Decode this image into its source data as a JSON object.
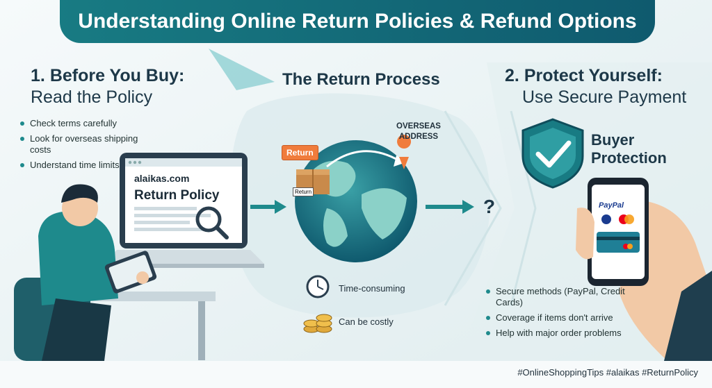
{
  "title": "Understanding Online Return Policies & Refund Options",
  "left": {
    "heading_number": "1.",
    "heading_bold": "Before You Buy:",
    "heading_sub": "Read the Policy",
    "bullets": [
      "Check terms carefully",
      "Look for overseas shipping costs",
      "Understand time limits"
    ],
    "site_url": "alaikas.com",
    "policy_title": "Return Policy"
  },
  "middle": {
    "heading": "The Return Process",
    "overseas_label": "OVERSEAS ADDRESS",
    "return_tag": "Return",
    "return_mini": "Return",
    "question": "?",
    "stats": [
      "Time-consuming",
      "Can be costly"
    ]
  },
  "right": {
    "heading_number": "2.",
    "heading_bold": "Protect Yourself:",
    "heading_sub": "Use Secure Payment",
    "badge_title_1": "Buyer",
    "badge_title_2": "Protection",
    "paypal_label": "PayPal",
    "bullets": [
      "Secure methods (PayPal, Credit Cards)",
      "Coverage if items don't arrive",
      "Help with major order problems"
    ]
  },
  "hashtags": "#OnlineShoppingTips #alaikas #ReturnPolicy",
  "colors": {
    "teal": "#187b83",
    "dark": "#1d3848",
    "orange": "#f07c3c",
    "accent_dot": "#1e8a8c"
  }
}
